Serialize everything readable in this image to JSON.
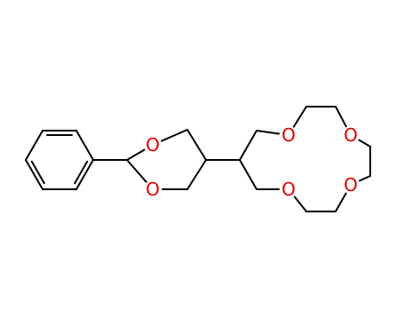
{
  "colors": {
    "bond": "#000000",
    "oxygen": "#e00000",
    "background": "#ffffff"
  },
  "molecule": {
    "atoms": [
      {
        "id": "o-dioxane-top",
        "symbol": "O",
        "color": "oxygen"
      },
      {
        "id": "o-dioxane-bottom",
        "symbol": "O",
        "color": "oxygen"
      },
      {
        "id": "o-crown-1",
        "symbol": "O",
        "color": "oxygen"
      },
      {
        "id": "o-crown-2",
        "symbol": "O",
        "color": "oxygen"
      },
      {
        "id": "o-crown-3",
        "symbol": "O",
        "color": "oxygen"
      },
      {
        "id": "o-crown-4",
        "symbol": "O",
        "color": "oxygen"
      }
    ]
  }
}
